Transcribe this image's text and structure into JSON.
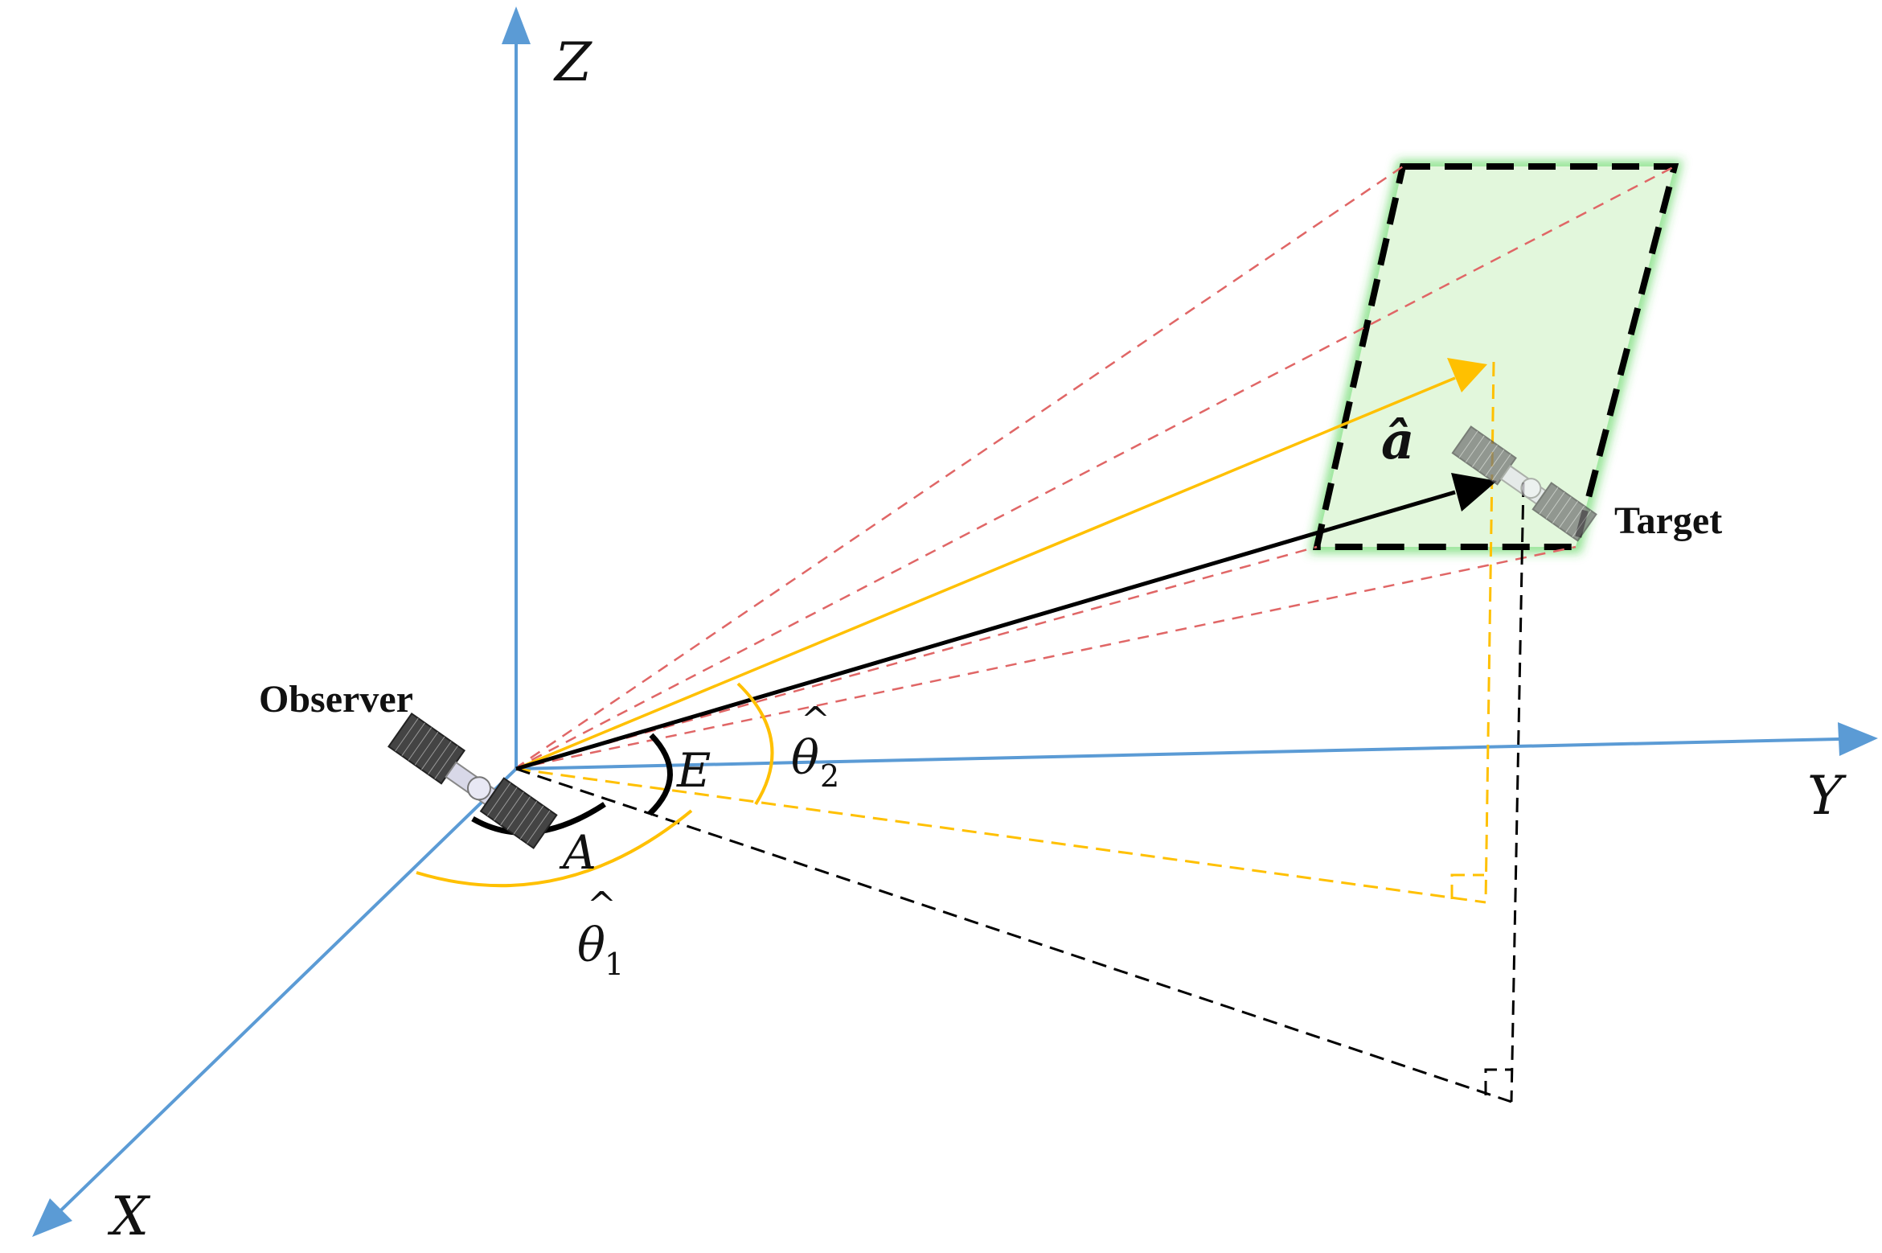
{
  "labels": {
    "axis_z": "Z",
    "axis_y": "Y",
    "axis_x": "X",
    "observer": "Observer",
    "target": "Target",
    "vector_a": "â",
    "angle_e": "E",
    "angle_a": "A",
    "theta_1_symbol": "θ",
    "theta_1_sub": "1",
    "theta_2_symbol": "θ",
    "theta_2_sub": "2",
    "hat": "^"
  },
  "colors": {
    "axis": "#5b9bd5",
    "fov_lines": "#e06666",
    "yellow": "#ffc000",
    "black": "#000000",
    "plane_fill": "#e2f7dc",
    "plane_glow": "#33cc33"
  },
  "icons": {
    "observer_satellite": "satellite-icon",
    "target_satellite": "satellite-icon"
  }
}
